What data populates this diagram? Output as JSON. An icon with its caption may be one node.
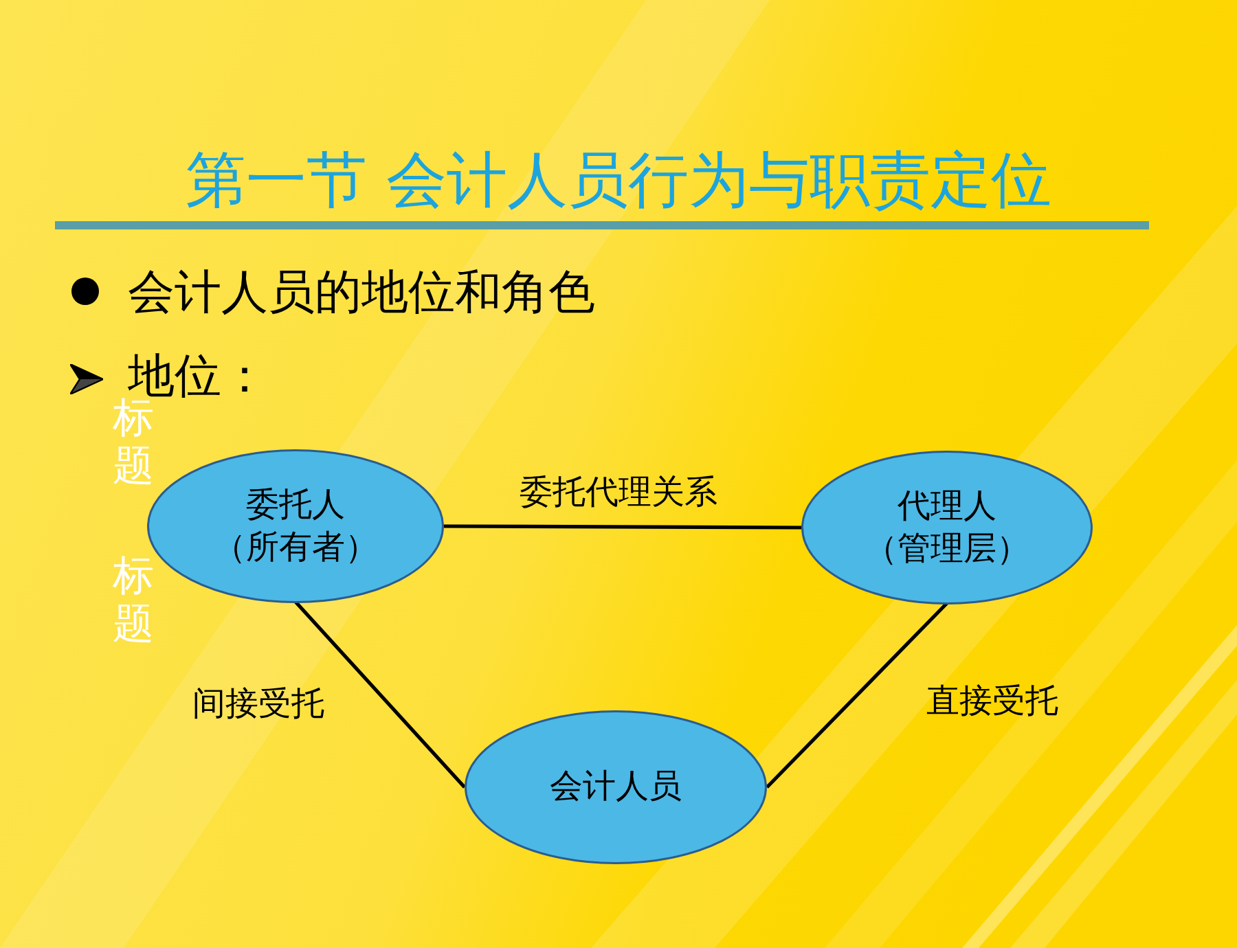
{
  "diagram": {
    "title": "第一节 会计人员行为与职责定位",
    "nodes": [
      {
        "text": [
          "委托人",
          "（所有者）"
        ]
      },
      {
        "text": [
          "代理人",
          "（管理层）"
        ]
      },
      {
        "text": [
          "会计人员"
        ]
      }
    ],
    "edges": [
      {
        "from": 0,
        "to": 1,
        "arrow": "none",
        "label": "委托代理关系"
      },
      {
        "from": 0,
        "to": 2,
        "arrow": "none",
        "label": "间接受托"
      },
      {
        "from": 1,
        "to": 2,
        "arrow": "none",
        "label": "直接受托"
      }
    ],
    "labels": [
      "会计人员的地位和角色",
      "地位：",
      "标题",
      "标题"
    ]
  }
}
